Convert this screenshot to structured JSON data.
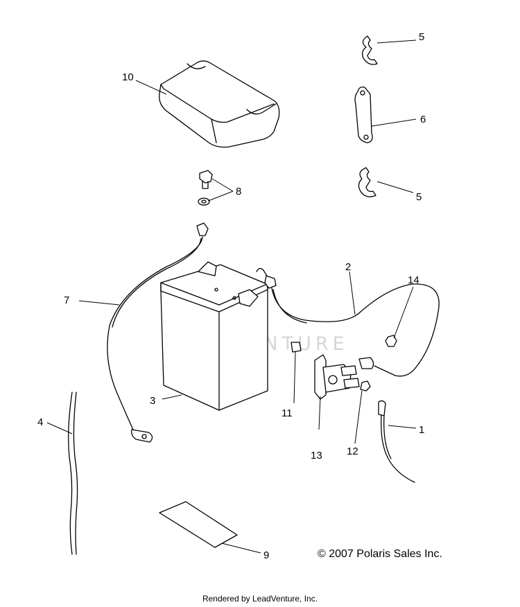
{
  "watermark": "LEADVENTURE",
  "copyright": "© 2007 Polaris Sales Inc.",
  "footer": "Rendered by LeadVenture, Inc.",
  "callouts": [
    "1",
    "2",
    "3",
    "4",
    "5",
    "5",
    "6",
    "7",
    "8",
    "9",
    "10",
    "11",
    "12",
    "13",
    "14"
  ]
}
